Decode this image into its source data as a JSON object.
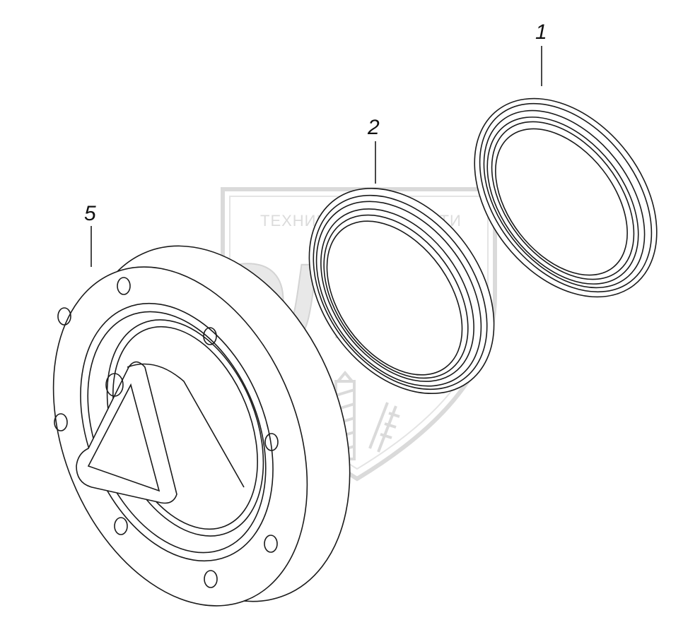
{
  "watermark": {
    "line1_left": "ТЕХНИКА",
    "line1_right": "ЗАПЧАСТИ",
    "logo": "ЭЛФ",
    "color": "#d6d6d6"
  },
  "callouts": [
    {
      "id": "1",
      "label": "1"
    },
    {
      "id": "2",
      "label": "2"
    },
    {
      "id": "5",
      "label": "5"
    }
  ],
  "line_color": "#1a1a1a"
}
